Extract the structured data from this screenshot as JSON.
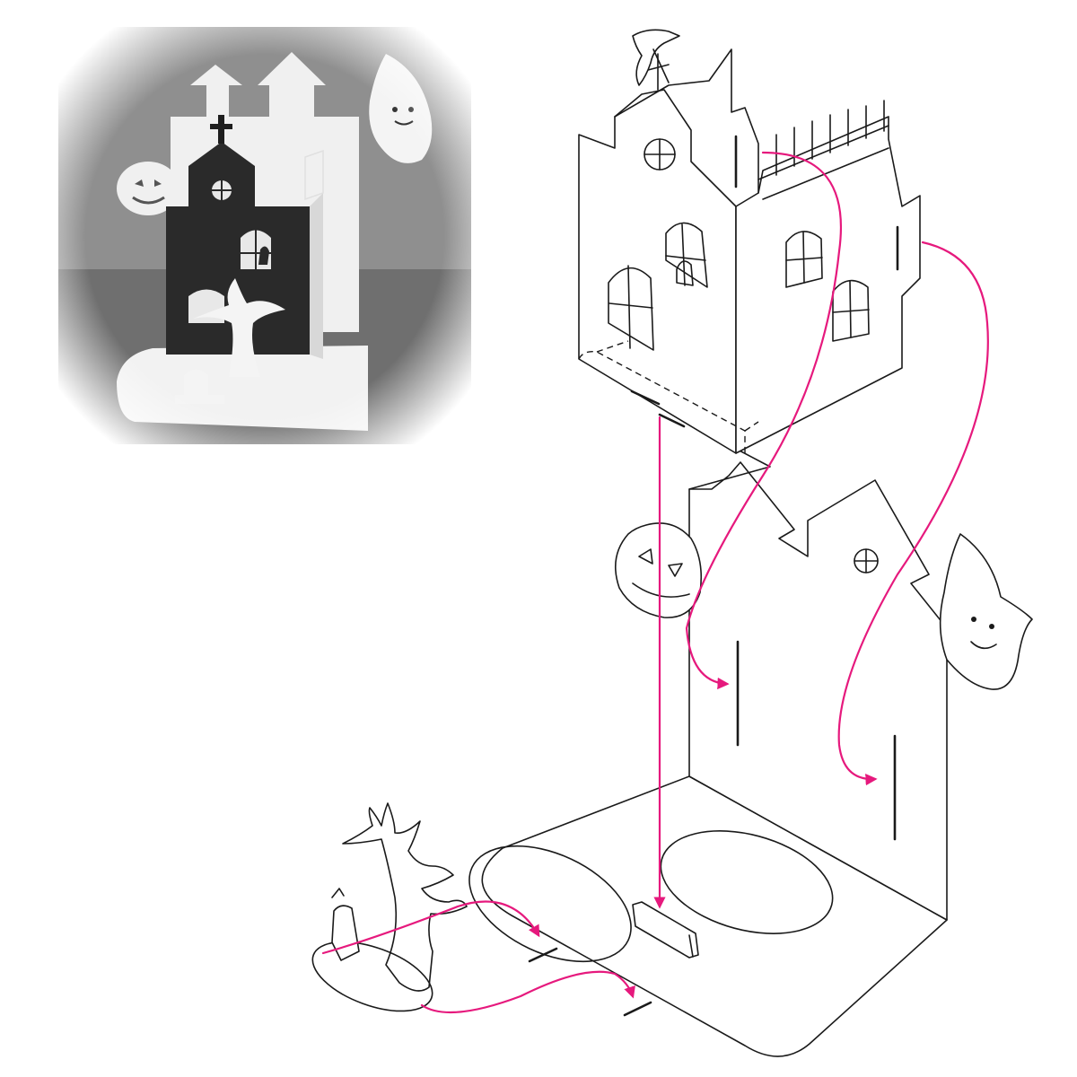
{
  "colors": {
    "background": "#ffffff",
    "line": "#1a1a1a",
    "arrow": "#e6197d",
    "photo_bg": "#8e8e8e",
    "photo_house": "#2c2c2c",
    "photo_paper": "#f2f2f2"
  },
  "photo": {
    "description_icon": "assembled-haunted-house-photo"
  },
  "parts": [
    {
      "name": "house-box-icon"
    },
    {
      "name": "backdrop-panel-icon"
    },
    {
      "name": "base-board-icon"
    },
    {
      "name": "tree-cutout-icon"
    },
    {
      "name": "gravestone-cutout-icon"
    },
    {
      "name": "pumpkin-cutout-icon"
    },
    {
      "name": "ghost-cutout-icon"
    },
    {
      "name": "bat-figure-icon"
    }
  ],
  "arrows": [
    {
      "name": "arrow-house-to-base-slot"
    },
    {
      "name": "arrow-house-right-tab-to-backdrop-slot"
    },
    {
      "name": "arrow-house-top-tab-to-backdrop-slot"
    },
    {
      "name": "arrow-tree-to-base-slot-1"
    },
    {
      "name": "arrow-tree-base-to-base-slot-2"
    }
  ]
}
